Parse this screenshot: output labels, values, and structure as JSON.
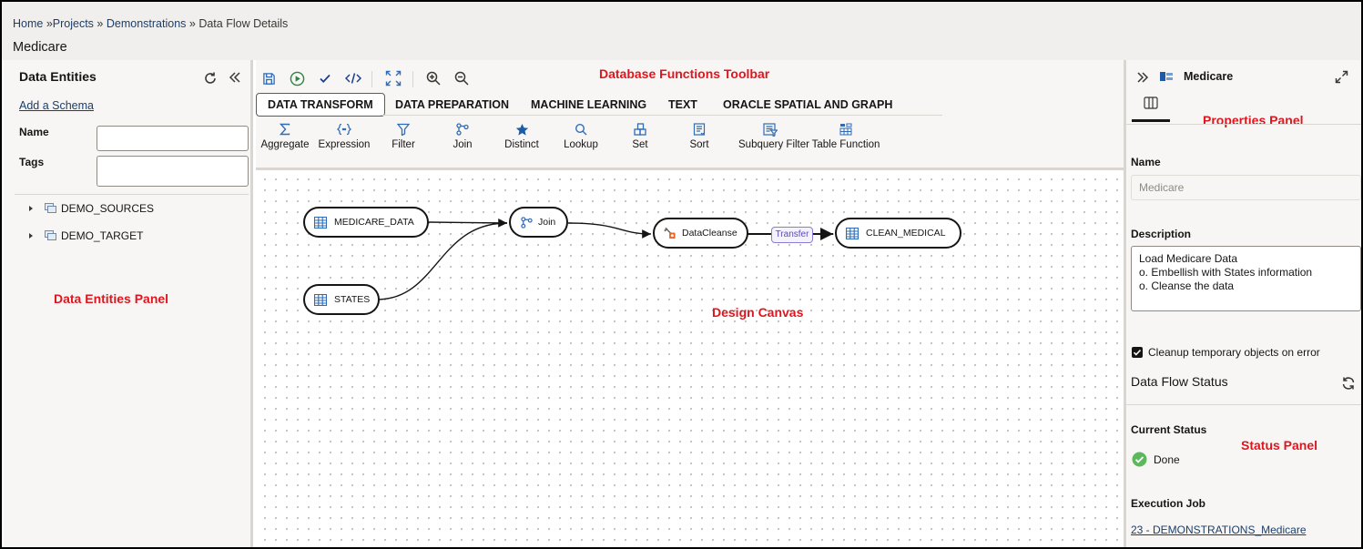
{
  "breadcrumb": {
    "home": "Home",
    "sep1": "»",
    "projects": "Projects",
    "sep2": "»",
    "demonstrations": "Demonstrations",
    "sep3": "»",
    "current": "Data Flow Details"
  },
  "page_title": "Medicare",
  "left_panel": {
    "title": "Data Entities",
    "add_schema": "Add a Schema",
    "name_label": "Name",
    "name_value": "",
    "tags_label": "Tags",
    "tags_value": "",
    "schemas": [
      {
        "label": "DEMO_SOURCES"
      },
      {
        "label": "DEMO_TARGET"
      }
    ]
  },
  "toolbar": {
    "icons": [
      "save-icon",
      "run-icon",
      "validate-icon",
      "code-icon",
      "fit-to-screen-icon",
      "zoom-in-icon",
      "zoom-out-icon"
    ],
    "tabs": [
      {
        "label": "DATA TRANSFORM",
        "active": true
      },
      {
        "label": "DATA PREPARATION"
      },
      {
        "label": "MACHINE LEARNING"
      },
      {
        "label": "TEXT"
      },
      {
        "label": "ORACLE SPATIAL AND GRAPH"
      }
    ],
    "functions": [
      {
        "label": "Aggregate",
        "icon": "sigma-icon"
      },
      {
        "label": "Expression",
        "icon": "expression-icon"
      },
      {
        "label": "Filter",
        "icon": "filter-icon"
      },
      {
        "label": "Join",
        "icon": "join-icon"
      },
      {
        "label": "Distinct",
        "icon": "star-icon"
      },
      {
        "label": "Lookup",
        "icon": "search-icon"
      },
      {
        "label": "Set",
        "icon": "set-icon"
      },
      {
        "label": "Sort",
        "icon": "sort-icon"
      },
      {
        "label": "Subquery Filter",
        "icon": "subquery-filter-icon"
      },
      {
        "label": "Table Function",
        "icon": "table-function-icon"
      }
    ]
  },
  "canvas": {
    "nodes": {
      "medicare_data": "MEDICARE_DATA",
      "states": "STATES",
      "join": "Join",
      "datacleanse": "DataCleanse",
      "clean_medical": "CLEAN_MEDICAL"
    },
    "transfer_label": "Transfer"
  },
  "right_panel": {
    "title": "Medicare",
    "name_label": "Name",
    "name_value": "Medicare",
    "description_label": "Description",
    "description_lines": [
      "Load Medicare Data",
      "o. Embellish with States information",
      "o. Cleanse the data"
    ],
    "cleanup_label": "Cleanup temporary objects on error",
    "cleanup_checked": true,
    "status_title": "Data Flow Status",
    "current_status_label": "Current Status",
    "current_status_value": "Done",
    "execution_job_label": "Execution Job",
    "execution_job_link": "23 - DEMONSTRATIONS_Medicare"
  },
  "annotations": {
    "toolbar": "Database Functions Toolbar",
    "properties": "Properties Panel",
    "entities": "Data Entities Panel",
    "canvas": "Design Canvas",
    "status": "Status Panel"
  },
  "colors": {
    "accent_blue": "#2f6cb5",
    "run_green": "#2e8540",
    "status_done_green": "#5cb85c",
    "annotation_red": "#e0161e",
    "transfer_purple": "#5a4ab8"
  }
}
